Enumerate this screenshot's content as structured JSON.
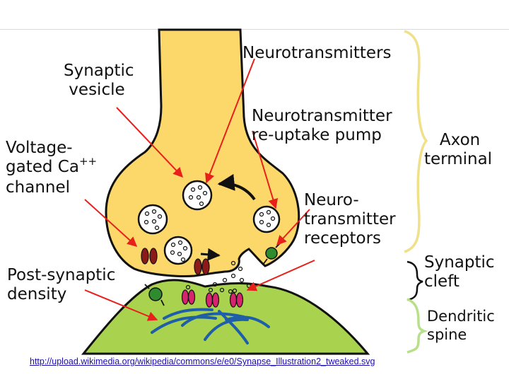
{
  "labels": {
    "neurotransmitters": "Neurotransmitters",
    "synaptic_vesicle": "Synaptic\n vesicle",
    "reuptake_pump": "Neurotransmitter\nre-uptake pump",
    "voltage_gated_line1": "Voltage-",
    "voltage_gated_line2": "gated Ca",
    "voltage_gated_sup": "++",
    "voltage_gated_line3": "channel",
    "axon_terminal": "   Axon\nterminal",
    "neuro_receptors": "Neuro-\ntransmitter\nreceptors",
    "post_synaptic_density": "Post-synaptic\ndensity",
    "synaptic_cleft": "Synaptic\ncleft",
    "dendritic_spine": "Dendritic\nspine"
  },
  "source": {
    "url_text": "http://upload.wikimedia.org/wikipedia/commons/e/e0/Synapse_Illustration2_tweaked.svg"
  },
  "colors": {
    "axon_fill": "#fcd86a",
    "dendrite_fill": "#a9d34f",
    "arrow_red": "#e8201c",
    "channel_dark_red": "#8b1a1a",
    "receptor_magenta": "#d6246e",
    "pump_green": "#2e8b2e",
    "brace_yellow": "#f0e08a",
    "brace_green": "#b8e08a",
    "filament_blue": "#1f5fa8"
  }
}
